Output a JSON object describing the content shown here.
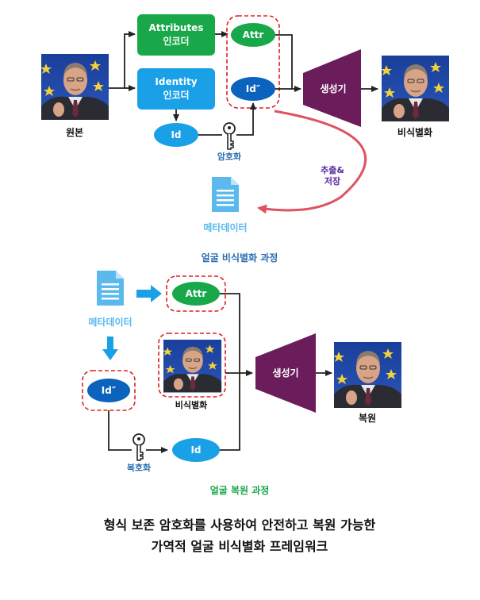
{
  "top": {
    "original_label": "원본",
    "attr_encoder": [
      "Attributes",
      "인코더"
    ],
    "id_encoder": [
      "Identity",
      "인코더"
    ],
    "attr": "Attr",
    "id_prime": "Id″",
    "id": "Id",
    "encryption": "암호화",
    "generator": "생성기",
    "deidentified_label": "비식별화",
    "extract_store": [
      "추출&",
      "저장"
    ],
    "metadata": "메타데이터",
    "caption": "얼굴 비식별화 과정"
  },
  "bottom": {
    "metadata": "메타데이터",
    "attr": "Attr",
    "id_prime": "Id″",
    "deidentified_label": "비식별화",
    "decryption": "복호화",
    "id": "Id",
    "generator": "생성기",
    "restored_label": "복원",
    "caption": "얼굴 복원 과정"
  },
  "title": [
    "형식 보존 암호화를 사용하여 안전하고 복원 가능한",
    "가역적 얼굴 비식별화 프레임워크"
  ],
  "colors": {
    "green": "#18a84a",
    "blue": "#1aa0e6",
    "dark_blue": "#0b63bd",
    "purple": "#6b1c5b",
    "red": "#e05262",
    "caption": "#2a6fb0",
    "light_blue": "#5bb9ee"
  }
}
